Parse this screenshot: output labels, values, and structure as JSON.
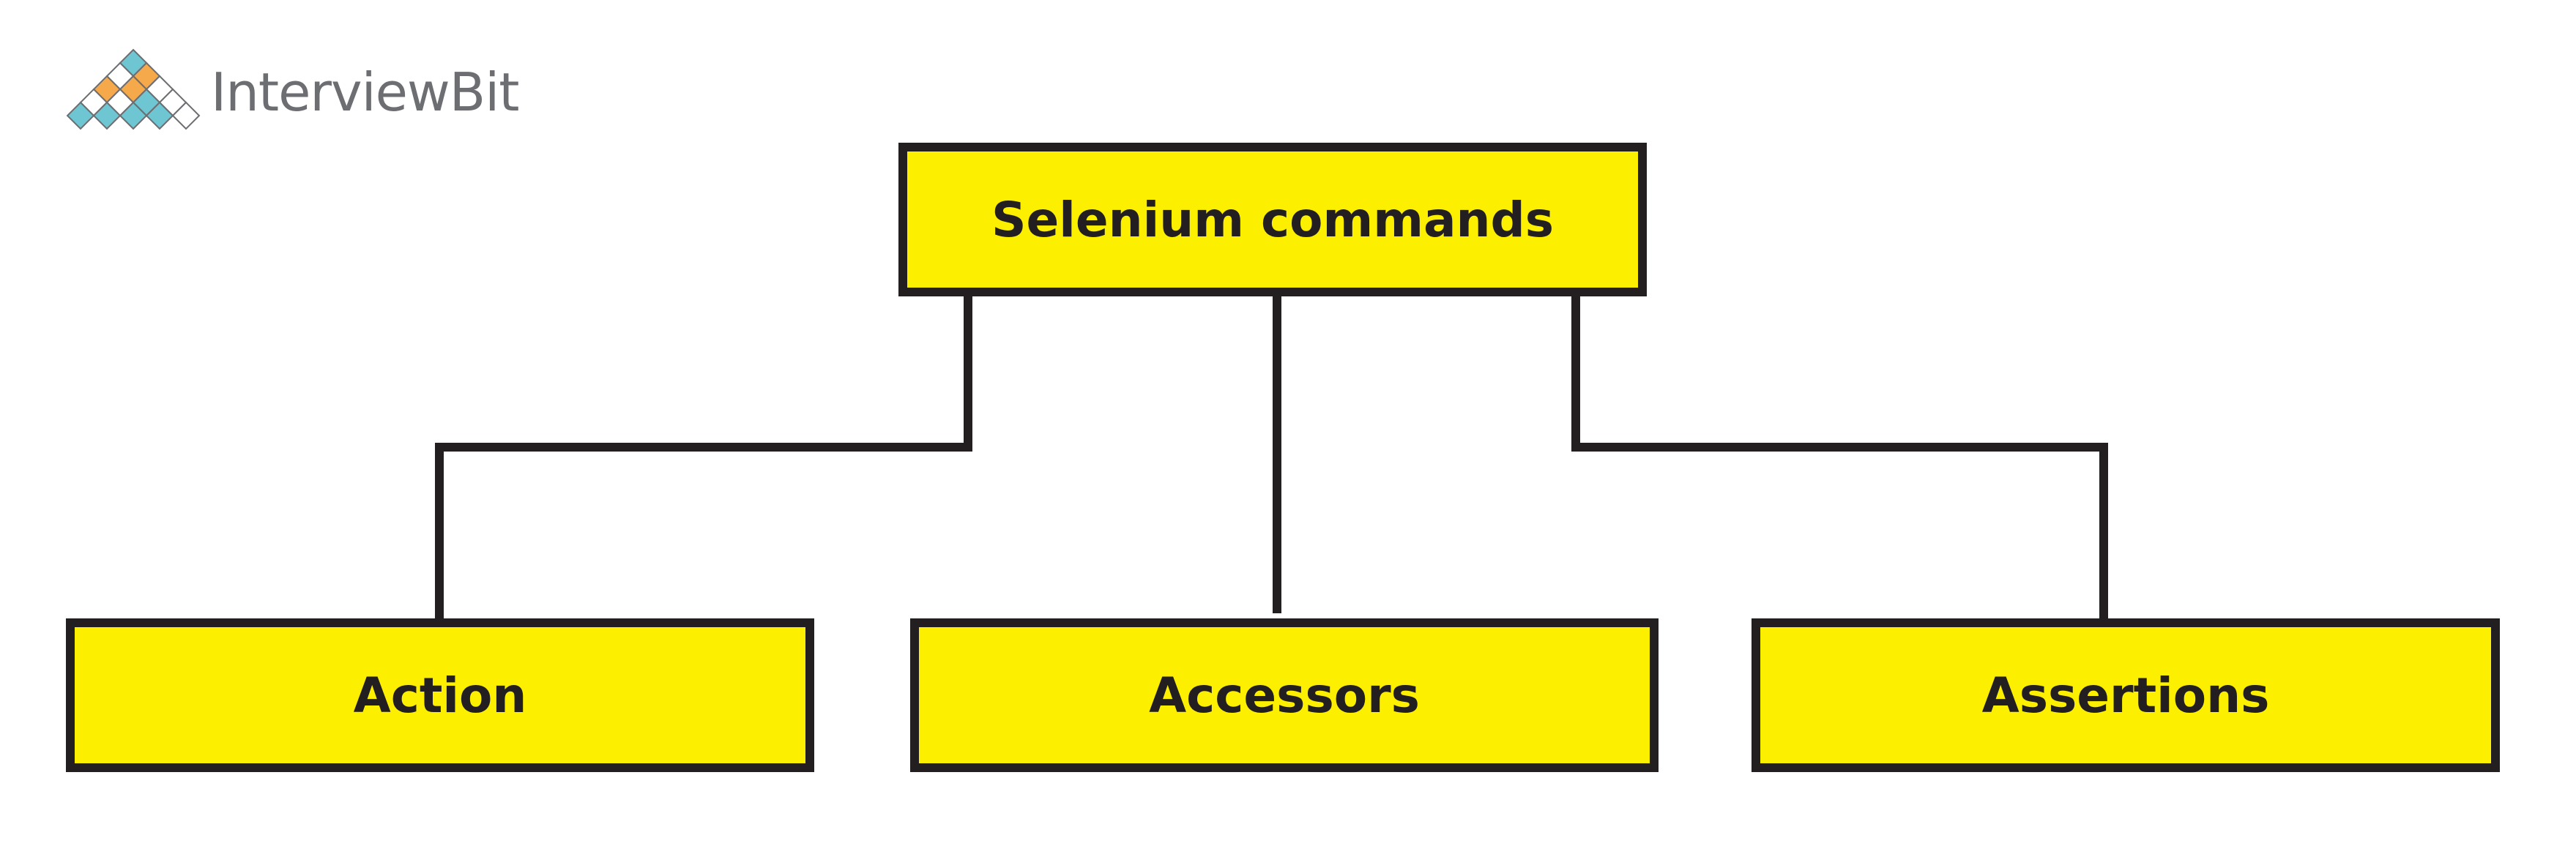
{
  "brand": {
    "name": "InterviewBit",
    "icon": "interviewbit-diamond-grid-logo",
    "colors": {
      "teal": "#6ec6d3",
      "orange": "#f5a94a",
      "outline": "#6d6e71",
      "text": "#6d6e71"
    }
  },
  "diagram": {
    "root": {
      "label": "Selenium commands"
    },
    "children": [
      {
        "label": "Action"
      },
      {
        "label": "Accessors"
      },
      {
        "label": "Assertions"
      }
    ],
    "colors": {
      "box_fill": "#fcf000",
      "box_border": "#231f20",
      "connector": "#231f20",
      "text": "#231f20",
      "background": "#ffffff"
    }
  }
}
